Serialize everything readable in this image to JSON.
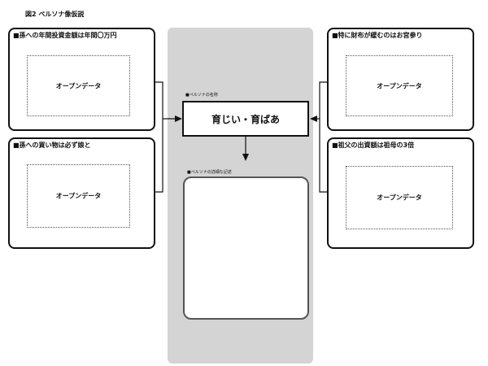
{
  "figure": {
    "title": "図2 ペルソナ像仮説"
  },
  "left_cards": [
    {
      "title": "■孫への年間投資金額は年間〇万円",
      "placeholder": "オープンデータ"
    },
    {
      "title": "■孫への買い物は必ず娘と",
      "placeholder": "オープンデータ"
    }
  ],
  "right_cards": [
    {
      "title": "■特に財布が緩むのはお宮参り",
      "placeholder": "オープンデータ"
    },
    {
      "title": "■祖父の出資額は祖母の3倍",
      "placeholder": "オープンデータ"
    }
  ],
  "persona": {
    "name_label": "■ペルソナの名称",
    "name": "育じい・育ばあ",
    "detail_label": "■ペルソナの詳細な記述"
  }
}
